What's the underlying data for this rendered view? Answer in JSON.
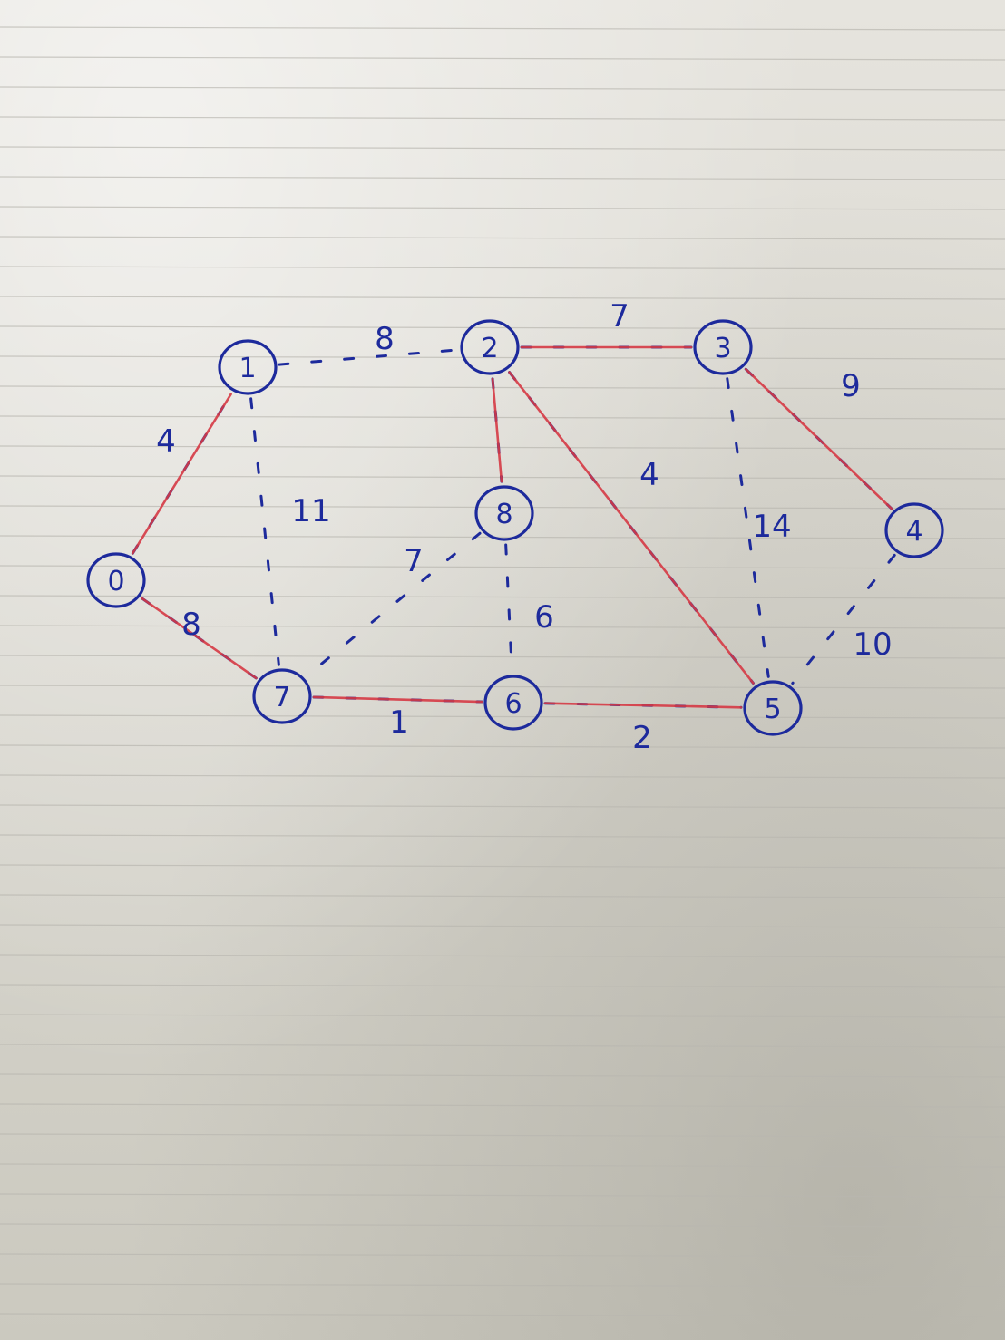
{
  "colors": {
    "ink": "#1d2a9c",
    "highlight": "#d63a45",
    "paper": "#dddbd4",
    "rule_lines": "#b9b7b0"
  },
  "graph": {
    "nodes": [
      {
        "id": "0",
        "label": "0"
      },
      {
        "id": "1",
        "label": "1"
      },
      {
        "id": "2",
        "label": "2"
      },
      {
        "id": "3",
        "label": "3"
      },
      {
        "id": "4",
        "label": "4"
      },
      {
        "id": "5",
        "label": "5"
      },
      {
        "id": "6",
        "label": "6"
      },
      {
        "id": "7",
        "label": "7"
      },
      {
        "id": "8",
        "label": "8"
      }
    ],
    "edges": [
      {
        "from": "0",
        "to": "1",
        "weight": "4",
        "highlighted": true
      },
      {
        "from": "0",
        "to": "7",
        "weight": "8",
        "highlighted": true
      },
      {
        "from": "1",
        "to": "2",
        "weight": "8",
        "highlighted": false
      },
      {
        "from": "1",
        "to": "7",
        "weight": "11",
        "highlighted": false
      },
      {
        "from": "2",
        "to": "3",
        "weight": "7",
        "highlighted": true
      },
      {
        "from": "2",
        "to": "8",
        "weight": "",
        "highlighted": true
      },
      {
        "from": "2",
        "to": "5",
        "weight": "4",
        "highlighted": true
      },
      {
        "from": "3",
        "to": "4",
        "weight": "9",
        "highlighted": true
      },
      {
        "from": "3",
        "to": "5",
        "weight": "14",
        "highlighted": false
      },
      {
        "from": "4",
        "to": "5",
        "weight": "10",
        "highlighted": false
      },
      {
        "from": "8",
        "to": "7",
        "weight": "7",
        "highlighted": false
      },
      {
        "from": "8",
        "to": "6",
        "weight": "6",
        "highlighted": false
      },
      {
        "from": "7",
        "to": "6",
        "weight": "1",
        "highlighted": true
      },
      {
        "from": "6",
        "to": "5",
        "weight": "2",
        "highlighted": true
      }
    ]
  }
}
